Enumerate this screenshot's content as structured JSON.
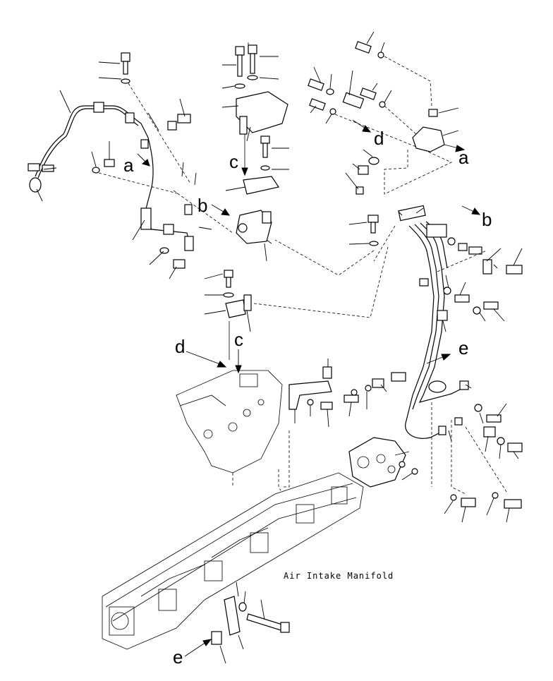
{
  "labels": {
    "a1": "a",
    "a2": "a",
    "b1": "b",
    "b2": "b",
    "c1": "c",
    "c2": "c",
    "d1": "d",
    "d2": "d",
    "e1": "e",
    "e2": "e"
  },
  "caption": "Air Intake Manifold"
}
